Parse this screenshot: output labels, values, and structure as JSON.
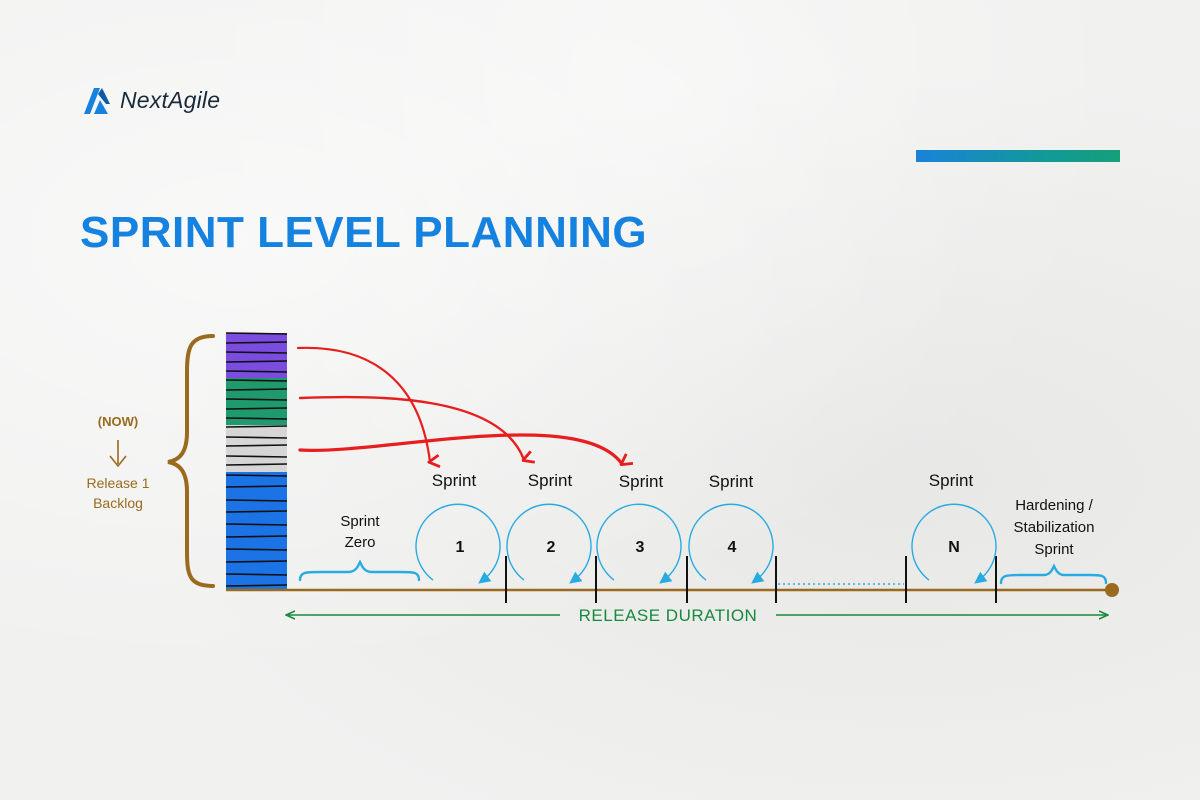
{
  "brand": {
    "name": "NextAgile"
  },
  "page": {
    "title": "SPRINT LEVEL PLANNING"
  },
  "colors": {
    "title": "#1682e0",
    "timeline": "#9a6a1e",
    "brace": "#9a6a1e",
    "release_duration": "#198a3c",
    "arrows": "#e81e1e",
    "sprint_loop": "#29abe2",
    "backlog_purple": "#7a4ce0",
    "backlog_green": "#1f9a6c",
    "backlog_gray": "#d6d6d6",
    "backlog_blue": "#1b73e6"
  },
  "backlog": {
    "now_label": "(NOW)",
    "label_line1": "Release 1",
    "label_line2": "Backlog"
  },
  "sprint_zero": {
    "line1": "Sprint",
    "line2": "Zero"
  },
  "sprints": [
    {
      "label": "Sprint",
      "number": "1"
    },
    {
      "label": "Sprint",
      "number": "2"
    },
    {
      "label": "Sprint",
      "number": "3"
    },
    {
      "label": "Sprint",
      "number": "4"
    },
    {
      "label": "Sprint",
      "number": "N"
    }
  ],
  "hardening": {
    "line1": "Hardening /",
    "line2": "Stabilization",
    "line3": "Sprint"
  },
  "release_duration": "RELEASE DURATION"
}
